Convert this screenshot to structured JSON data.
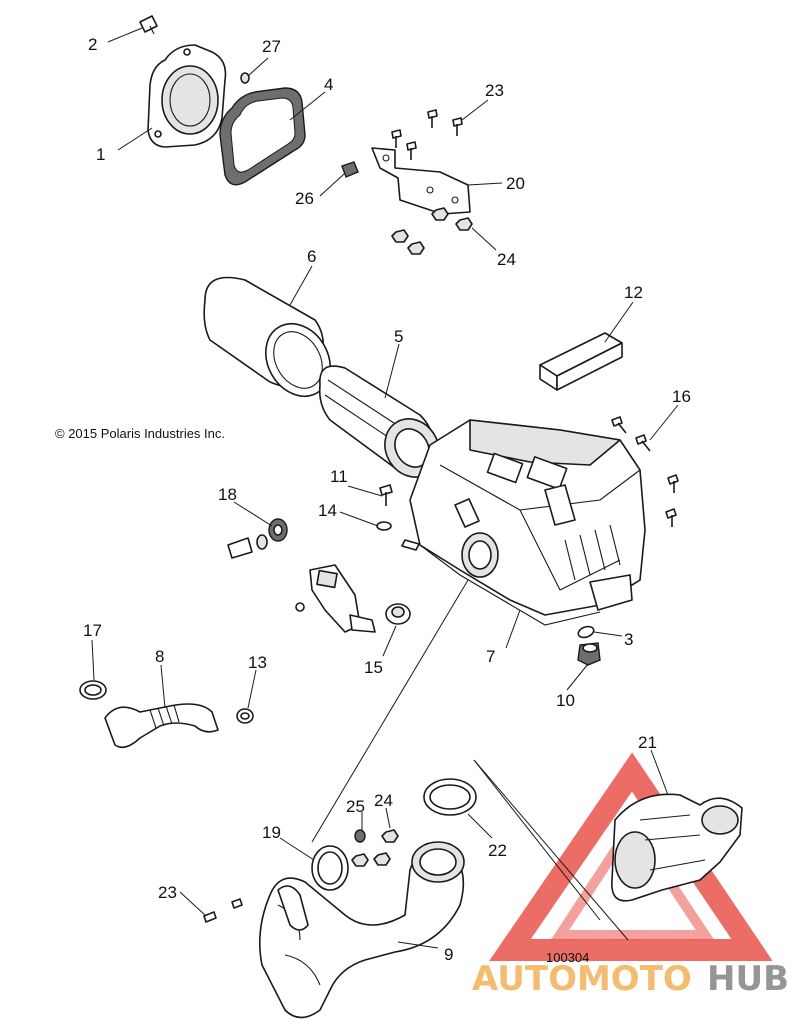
{
  "copyright": "© 2015 Polaris Industries Inc.",
  "doc_number": "100304",
  "watermark": {
    "part1": "AUTOMOTO",
    "part2": "HUB",
    "color_main": "#e8534a",
    "color_text": "#f2b560",
    "color_hub": "#8a8a8a"
  },
  "callouts": [
    {
      "id": "c1",
      "label": "1"
    },
    {
      "id": "c2",
      "label": "2"
    },
    {
      "id": "c3",
      "label": "3"
    },
    {
      "id": "c4",
      "label": "4"
    },
    {
      "id": "c5",
      "label": "5"
    },
    {
      "id": "c6",
      "label": "6"
    },
    {
      "id": "c7",
      "label": "7"
    },
    {
      "id": "c8",
      "label": "8"
    },
    {
      "id": "c9",
      "label": "9"
    },
    {
      "id": "c10",
      "label": "10"
    },
    {
      "id": "c11",
      "label": "11"
    },
    {
      "id": "c12",
      "label": "12"
    },
    {
      "id": "c13",
      "label": "13"
    },
    {
      "id": "c14",
      "label": "14"
    },
    {
      "id": "c15",
      "label": "15"
    },
    {
      "id": "c16",
      "label": "16"
    },
    {
      "id": "c17",
      "label": "17"
    },
    {
      "id": "c18",
      "label": "18"
    },
    {
      "id": "c19",
      "label": "19"
    },
    {
      "id": "c20",
      "label": "20"
    },
    {
      "id": "c21",
      "label": "21"
    },
    {
      "id": "c22",
      "label": "22"
    },
    {
      "id": "c23a",
      "label": "23"
    },
    {
      "id": "c23b",
      "label": "23"
    },
    {
      "id": "c24a",
      "label": "24"
    },
    {
      "id": "c24b",
      "label": "24"
    },
    {
      "id": "c25",
      "label": "25"
    },
    {
      "id": "c26",
      "label": "26"
    },
    {
      "id": "c27",
      "label": "27"
    }
  ]
}
